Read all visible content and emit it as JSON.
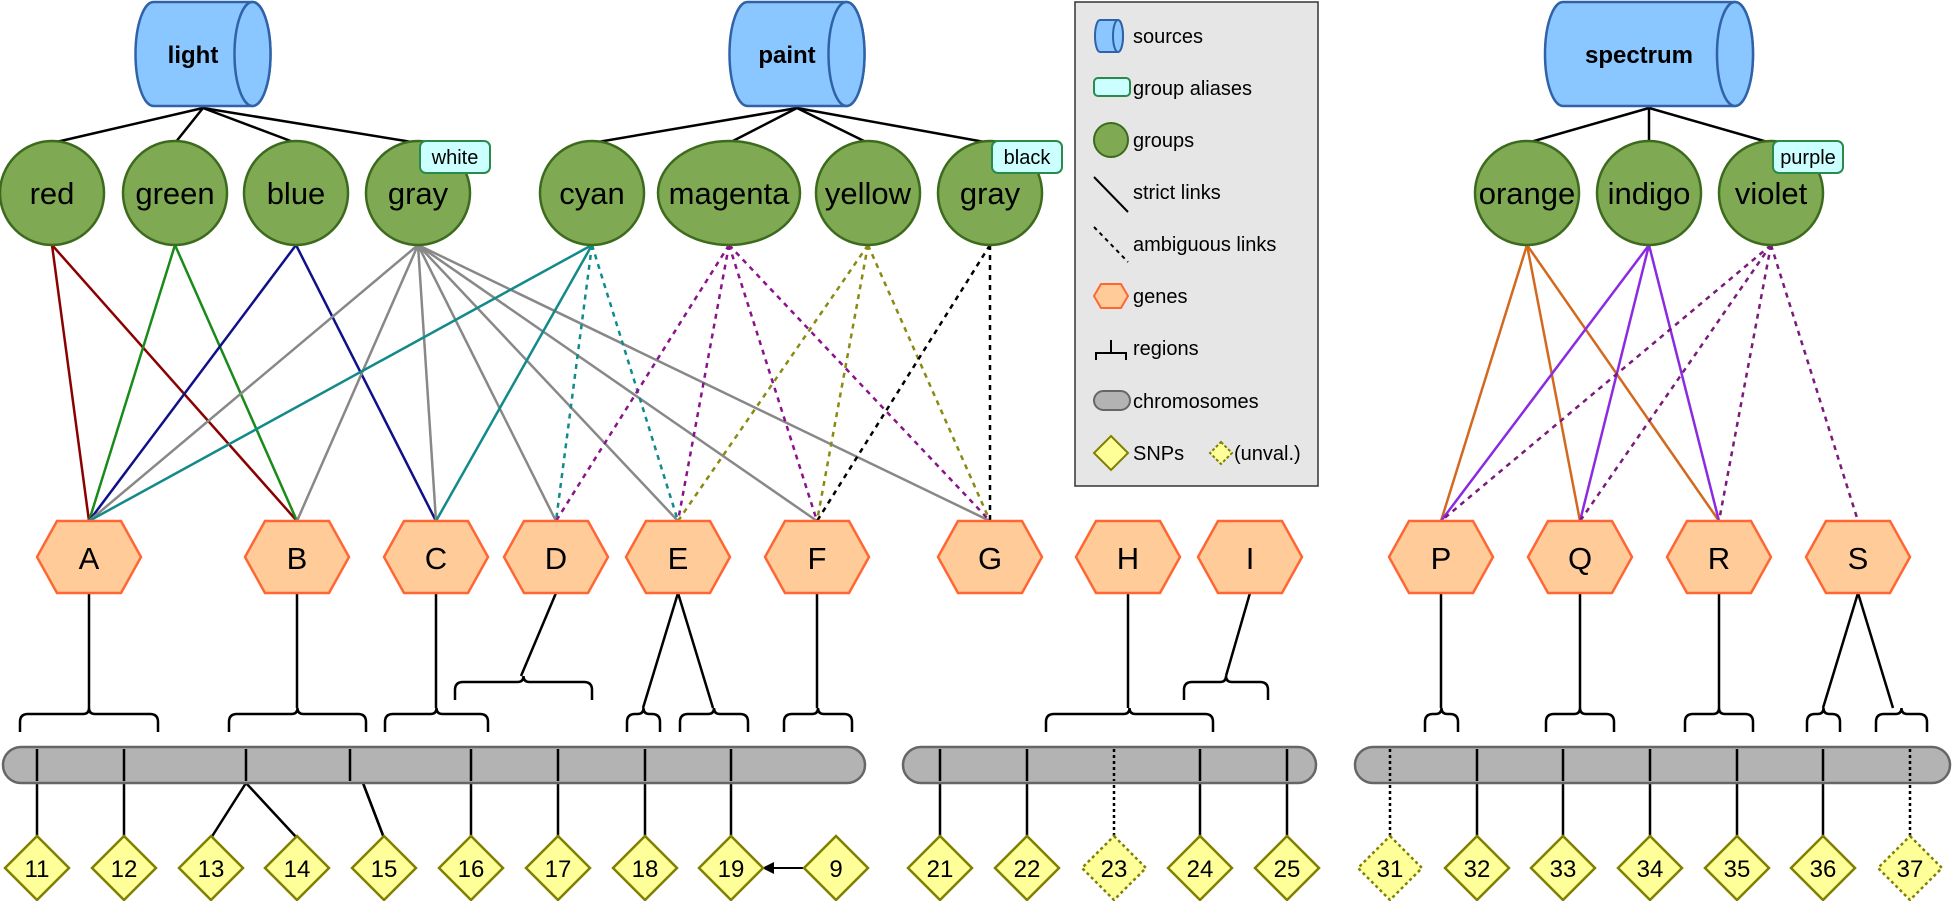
{
  "sources": [
    {
      "id": "light",
      "label": "light"
    },
    {
      "id": "paint",
      "label": "paint"
    },
    {
      "id": "spectrum",
      "label": "spectrum"
    }
  ],
  "groups": [
    {
      "id": "red",
      "label": "red",
      "source": "light",
      "alias": ""
    },
    {
      "id": "green",
      "label": "green",
      "source": "light",
      "alias": ""
    },
    {
      "id": "blue",
      "label": "blue",
      "source": "light",
      "alias": ""
    },
    {
      "id": "gray1",
      "label": "gray",
      "source": "light",
      "alias": "white"
    },
    {
      "id": "cyan",
      "label": "cyan",
      "source": "paint",
      "alias": ""
    },
    {
      "id": "magenta",
      "label": "magenta",
      "source": "paint",
      "alias": ""
    },
    {
      "id": "yellow",
      "label": "yellow",
      "source": "paint",
      "alias": ""
    },
    {
      "id": "gray2",
      "label": "gray",
      "source": "paint",
      "alias": "black"
    },
    {
      "id": "orange",
      "label": "orange",
      "source": "spectrum",
      "alias": ""
    },
    {
      "id": "indigo",
      "label": "indigo",
      "source": "spectrum",
      "alias": ""
    },
    {
      "id": "violet",
      "label": "violet",
      "source": "spectrum",
      "alias": "purple"
    }
  ],
  "genes": [
    "A",
    "B",
    "C",
    "D",
    "E",
    "F",
    "G",
    "H",
    "I",
    "P",
    "Q",
    "R",
    "S"
  ],
  "links": [
    {
      "group": "red",
      "gene": "A",
      "type": "strict",
      "color": "#8b0000"
    },
    {
      "group": "red",
      "gene": "B",
      "type": "strict",
      "color": "#8b0000"
    },
    {
      "group": "green",
      "gene": "A",
      "type": "strict",
      "color": "#1a8a1a"
    },
    {
      "group": "green",
      "gene": "B",
      "type": "strict",
      "color": "#1a8a1a"
    },
    {
      "group": "blue",
      "gene": "A",
      "type": "strict",
      "color": "#10108a"
    },
    {
      "group": "blue",
      "gene": "C",
      "type": "strict",
      "color": "#10108a"
    },
    {
      "group": "gray1",
      "gene": "A",
      "type": "strict",
      "color": "#888888"
    },
    {
      "group": "gray1",
      "gene": "B",
      "type": "strict",
      "color": "#888888"
    },
    {
      "group": "gray1",
      "gene": "C",
      "type": "strict",
      "color": "#888888"
    },
    {
      "group": "gray1",
      "gene": "D",
      "type": "strict",
      "color": "#888888"
    },
    {
      "group": "gray1",
      "gene": "E",
      "type": "strict",
      "color": "#888888"
    },
    {
      "group": "gray1",
      "gene": "F",
      "type": "strict",
      "color": "#888888"
    },
    {
      "group": "gray1",
      "gene": "G",
      "type": "strict",
      "color": "#888888"
    },
    {
      "group": "cyan",
      "gene": "A",
      "type": "strict",
      "color": "#138a8a"
    },
    {
      "group": "cyan",
      "gene": "C",
      "type": "strict",
      "color": "#138a8a"
    },
    {
      "group": "cyan",
      "gene": "D",
      "type": "ambiguous",
      "color": "#138a8a"
    },
    {
      "group": "cyan",
      "gene": "E",
      "type": "ambiguous",
      "color": "#138a8a"
    },
    {
      "group": "magenta",
      "gene": "D",
      "type": "ambiguous",
      "color": "#8a138a"
    },
    {
      "group": "magenta",
      "gene": "E",
      "type": "ambiguous",
      "color": "#8a138a"
    },
    {
      "group": "magenta",
      "gene": "F",
      "type": "ambiguous",
      "color": "#8a138a"
    },
    {
      "group": "magenta",
      "gene": "G",
      "type": "ambiguous",
      "color": "#8a138a"
    },
    {
      "group": "yellow",
      "gene": "E",
      "type": "ambiguous",
      "color": "#8a8a13"
    },
    {
      "group": "yellow",
      "gene": "F",
      "type": "ambiguous",
      "color": "#8a8a13"
    },
    {
      "group": "yellow",
      "gene": "G",
      "type": "ambiguous",
      "color": "#8a8a13"
    },
    {
      "group": "gray2",
      "gene": "F",
      "type": "ambiguous",
      "color": "#000000"
    },
    {
      "group": "gray2",
      "gene": "G",
      "type": "ambiguous",
      "color": "#000000"
    },
    {
      "group": "orange",
      "gene": "P",
      "type": "strict",
      "color": "#d2691e"
    },
    {
      "group": "orange",
      "gene": "Q",
      "type": "strict",
      "color": "#d2691e"
    },
    {
      "group": "orange",
      "gene": "R",
      "type": "strict",
      "color": "#d2691e"
    },
    {
      "group": "indigo",
      "gene": "P",
      "type": "strict",
      "color": "#8a2be2"
    },
    {
      "group": "indigo",
      "gene": "Q",
      "type": "strict",
      "color": "#8a2be2"
    },
    {
      "group": "indigo",
      "gene": "R",
      "type": "strict",
      "color": "#8a2be2"
    },
    {
      "group": "violet",
      "gene": "P",
      "type": "ambiguous",
      "color": "#7a1a7a"
    },
    {
      "group": "violet",
      "gene": "Q",
      "type": "ambiguous",
      "color": "#7a1a7a"
    },
    {
      "group": "violet",
      "gene": "R",
      "type": "ambiguous",
      "color": "#7a1a7a"
    },
    {
      "group": "violet",
      "gene": "S",
      "type": "ambiguous",
      "color": "#7a1a7a"
    }
  ],
  "snps": [
    {
      "label": "11",
      "validated": true
    },
    {
      "label": "12",
      "validated": true
    },
    {
      "label": "13",
      "validated": true
    },
    {
      "label": "14",
      "validated": true
    },
    {
      "label": "15",
      "validated": true
    },
    {
      "label": "16",
      "validated": true
    },
    {
      "label": "17",
      "validated": true
    },
    {
      "label": "18",
      "validated": true
    },
    {
      "label": "19",
      "validated": true
    },
    {
      "label": "9",
      "validated": true
    },
    {
      "label": "21",
      "validated": true
    },
    {
      "label": "22",
      "validated": true
    },
    {
      "label": "23",
      "validated": false
    },
    {
      "label": "24",
      "validated": true
    },
    {
      "label": "25",
      "validated": true
    },
    {
      "label": "31",
      "validated": false
    },
    {
      "label": "32",
      "validated": true
    },
    {
      "label": "33",
      "validated": true
    },
    {
      "label": "34",
      "validated": true
    },
    {
      "label": "35",
      "validated": true
    },
    {
      "label": "36",
      "validated": true
    },
    {
      "label": "37",
      "validated": false
    }
  ],
  "legend": {
    "sources": "sources",
    "group_aliases": "group aliases",
    "groups": "groups",
    "strict_links": "strict links",
    "ambiguous_links": "ambiguous links",
    "genes": "genes",
    "regions": "regions",
    "chromosomes": "chromosomes",
    "snps": "SNPs",
    "unvalidated": "(unval.)"
  },
  "colors": {
    "source_fill": "#8ac6ff",
    "source_stroke": "#2f62a8",
    "group_fill": "#7faa53",
    "group_stroke": "#3d6b1d",
    "alias_fill": "#ccffff",
    "alias_stroke": "#2a8a4a",
    "gene_fill": "#ffcc99",
    "gene_stroke": "#ff6633",
    "chromosome_fill": "#b3b3b3",
    "chromosome_stroke": "#666666",
    "snp_fill": "#ffff99",
    "snp_stroke": "#808000",
    "legend_bg": "#e6e6e6"
  }
}
